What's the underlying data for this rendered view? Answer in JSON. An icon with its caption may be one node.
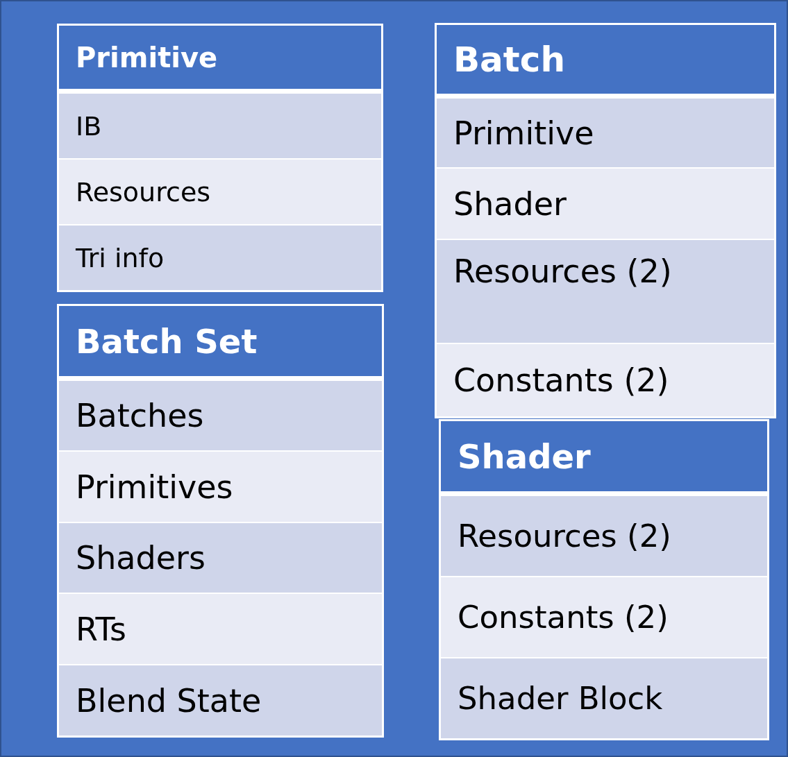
{
  "diagram": {
    "nodes": [
      {
        "text": [
          "Primitive"
        ]
      },
      {
        "text": [
          "IB"
        ],
        "in": 0
      },
      {
        "text": [
          "Resources"
        ],
        "in": 0
      },
      {
        "text": [
          "Tri info"
        ],
        "in": 0
      },
      {
        "text": [
          "Batch"
        ]
      },
      {
        "text": [
          "Primitive"
        ],
        "in": 4
      },
      {
        "text": [
          "Shader"
        ],
        "in": 4
      },
      {
        "text": [
          "Resources (2)"
        ],
        "in": 4
      },
      {
        "text": [
          "Constants (2)"
        ],
        "in": 4
      },
      {
        "text": [
          "Batch Set"
        ]
      },
      {
        "text": [
          "Batches"
        ],
        "in": 9
      },
      {
        "text": [
          "Primitives"
        ],
        "in": 9
      },
      {
        "text": [
          "Shaders"
        ],
        "in": 9
      },
      {
        "text": [
          "RTs"
        ],
        "in": 9
      },
      {
        "text": [
          "Blend State"
        ],
        "in": 9
      },
      {
        "text": [
          "Shader"
        ]
      },
      {
        "text": [
          "Resources (2)"
        ],
        "in": 15
      },
      {
        "text": [
          "Constants (2)"
        ],
        "in": 15
      },
      {
        "text": [
          "Shader Block"
        ],
        "in": 15
      }
    ]
  }
}
